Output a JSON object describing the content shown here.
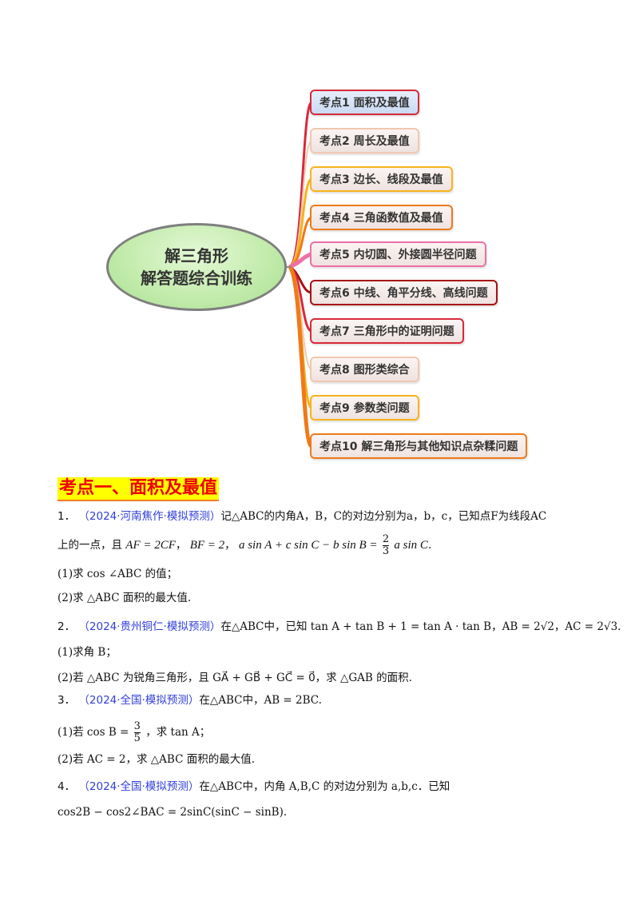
{
  "mindmap": {
    "center": {
      "line1": "解三角形",
      "line2": "解答题综合训练"
    },
    "nodes": [
      {
        "label": "考点1 面积及最值",
        "border": "#d9283a",
        "bg": "#d7e4f6"
      },
      {
        "label": "考点2 周长及最值",
        "border": "#f1c7b0",
        "bg": "#f7e9e6"
      },
      {
        "label": "考点3 边长、线段及最值",
        "border": "#f7b31c",
        "bg": "#f7ece8"
      },
      {
        "label": "考点4 三角函数值及最值",
        "border": "#ee7a1a",
        "bg": "#f7ece8"
      },
      {
        "label": "考点5 内切圆、外接圆半径问题",
        "border": "#ee6fa8",
        "bg": "#f7ece8"
      },
      {
        "label": "考点6 中线、角平分线、高线问题",
        "border": "#a80f15",
        "bg": "#f7ece8"
      },
      {
        "label": "考点7 三角形中的证明问题",
        "border": "#d9283a",
        "bg": "#f7ece8"
      },
      {
        "label": "考点8 图形类综合",
        "border": "#f1c7b0",
        "bg": "#f7ece8"
      },
      {
        "label": "考点9 参数类问题",
        "border": "#f7b31c",
        "bg": "#f7ece8"
      },
      {
        "label": "考点10 解三角形与其他知识点杂糅问题",
        "border": "#ee7a1a",
        "bg": "#f7ece8"
      }
    ]
  },
  "section": {
    "title": "考点一、面积及最值"
  },
  "problems": [
    {
      "number": "1．",
      "source": "（2024·河南焦作·模拟预测）",
      "stem1": "记△ABC的内角A，B，C的对边分别为a，b，c，已知点F为线段AC",
      "stem2_text": "上的一点，且",
      "cond1": "AF = 2CF",
      "cond2": "BF = 2",
      "equation_left": "a sin A + c sin C − b sin B =",
      "equation_frac_num": "2",
      "equation_frac_den": "3",
      "equation_right": "a sin C",
      "parts": [
        "(1)求 cos ∠ABC 的值；",
        "(2)求 △ABC 面积的最大值."
      ]
    },
    {
      "number": "2．",
      "source": "（2024·贵州铜仁·模拟预测）",
      "stem": "在△ABC中，已知 tan A + tan B + 1 = tan A · tan B，AB = 2√2，AC = 2√3.",
      "parts": [
        "(1)求角 B；",
        "(2)若 △ABC 为锐角三角形，且 GA⃗ + GB⃗ + GC⃗ = 0⃗，求 △GAB 的面积."
      ]
    },
    {
      "number": "3．",
      "source": "（2024·全国·模拟预测）",
      "stem": "在△ABC中，AB = 2BC.",
      "part1_prefix": "(1)若 cos B =",
      "part1_frac_num": "3",
      "part1_frac_den": "5",
      "part1_suffix": "，求 tan A；",
      "part2": "(2)若 AC = 2，求 △ABC 面积的最大值."
    },
    {
      "number": "4．",
      "source": "（2024·全国·模拟预测）",
      "stem1": "在△ABC中，内角 A,B,C 的对边分别为 a,b,c．已知",
      "stem2": "cos2B − cos2∠BAC = 2sinC(sinC − sinB)."
    }
  ]
}
